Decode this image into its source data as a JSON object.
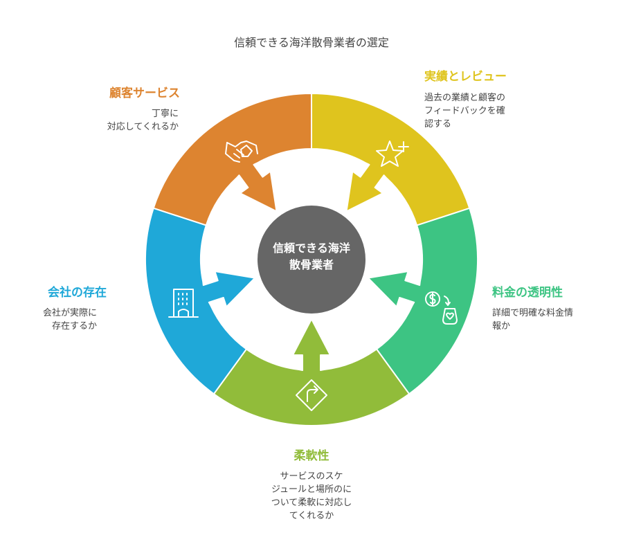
{
  "title": "信頼できる海洋散骨業者の選定",
  "center": {
    "lines": [
      "信頼できる海洋",
      "散骨業者"
    ]
  },
  "segments": [
    {
      "id": "service",
      "title": "顧客サービス",
      "desc": [
        "丁寧に",
        "対応してくれるか"
      ],
      "color": "#DD8430",
      "icon": "handshake-icon"
    },
    {
      "id": "review",
      "title": "実績とレビュー",
      "desc": [
        "過去の業績と顧客の",
        "フィードバックを確",
        "認する"
      ],
      "color": "#DFC41E",
      "icon": "star-plus-icon"
    },
    {
      "id": "pricing",
      "title": "料金の透明性",
      "desc": [
        "詳細で明確な料金情",
        "報か"
      ],
      "color": "#3DC483",
      "icon": "money-bag-icon"
    },
    {
      "id": "flex",
      "title": "柔軟性",
      "desc": [
        "サービスのスケ",
        "ジュールと場所のに",
        "ついて柔軟に対応し",
        "てくれるか"
      ],
      "color": "#91BC3A",
      "icon": "direction-sign-icon"
    },
    {
      "id": "company",
      "title": "会社の存在",
      "desc": [
        "会社が実際に",
        "存在するか"
      ],
      "color": "#1FA8D8",
      "icon": "building-icon"
    }
  ],
  "colors": {
    "center": "#666666",
    "background": "#FFFFFF"
  }
}
